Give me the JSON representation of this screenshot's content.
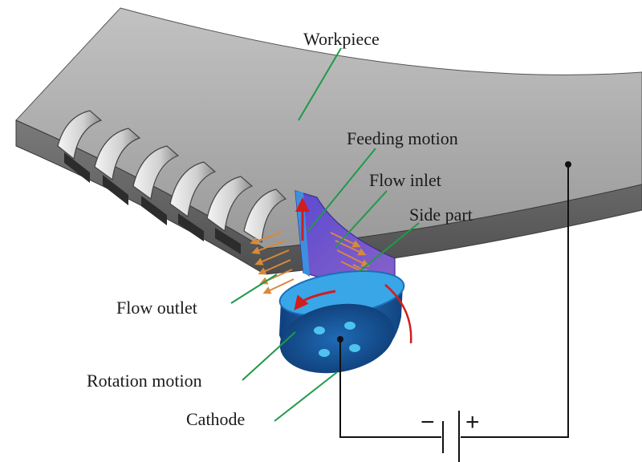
{
  "labels": {
    "workpiece": "Workpiece",
    "feeding_motion": "Feeding motion",
    "flow_inlet": "Flow inlet",
    "side_part": "Side part",
    "flow_outlet": "Flow outlet",
    "rotation_motion": "Rotation motion",
    "cathode": "Cathode"
  },
  "power_supply": {
    "negative": "−",
    "positive": "+"
  },
  "colors": {
    "workpiece_top": "#a9a9a9",
    "workpiece_side": "#6e6e6e",
    "blade": "#6a4fc8",
    "cathode_body": "#1d5fa8",
    "cathode_ring": "#39a6e8",
    "leader_line": "#1f9a4a",
    "motion_arrow": "#d01d1d",
    "flow_arrow": "#d9893a",
    "wire": "#111111"
  }
}
